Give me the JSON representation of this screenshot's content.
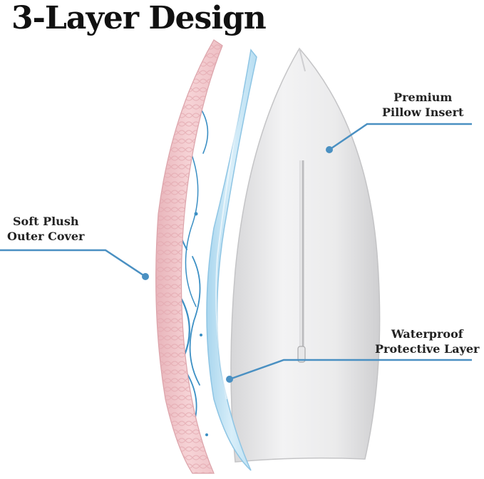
{
  "title": "3-Layer Design",
  "callouts": {
    "insert": {
      "line1": "Premium",
      "line2": "Pillow Insert"
    },
    "outer": {
      "line1": "Soft Plush",
      "line2": "Outer Cover"
    },
    "waterproof": {
      "line1": "Waterproof",
      "line2": "Protective Layer"
    }
  },
  "colors": {
    "accent": "#4a90c2",
    "plush": "#f4c9cd",
    "waterproof": "#c9e6f5",
    "insert": "#e9e9ea",
    "splash": "#3b8fc4"
  }
}
